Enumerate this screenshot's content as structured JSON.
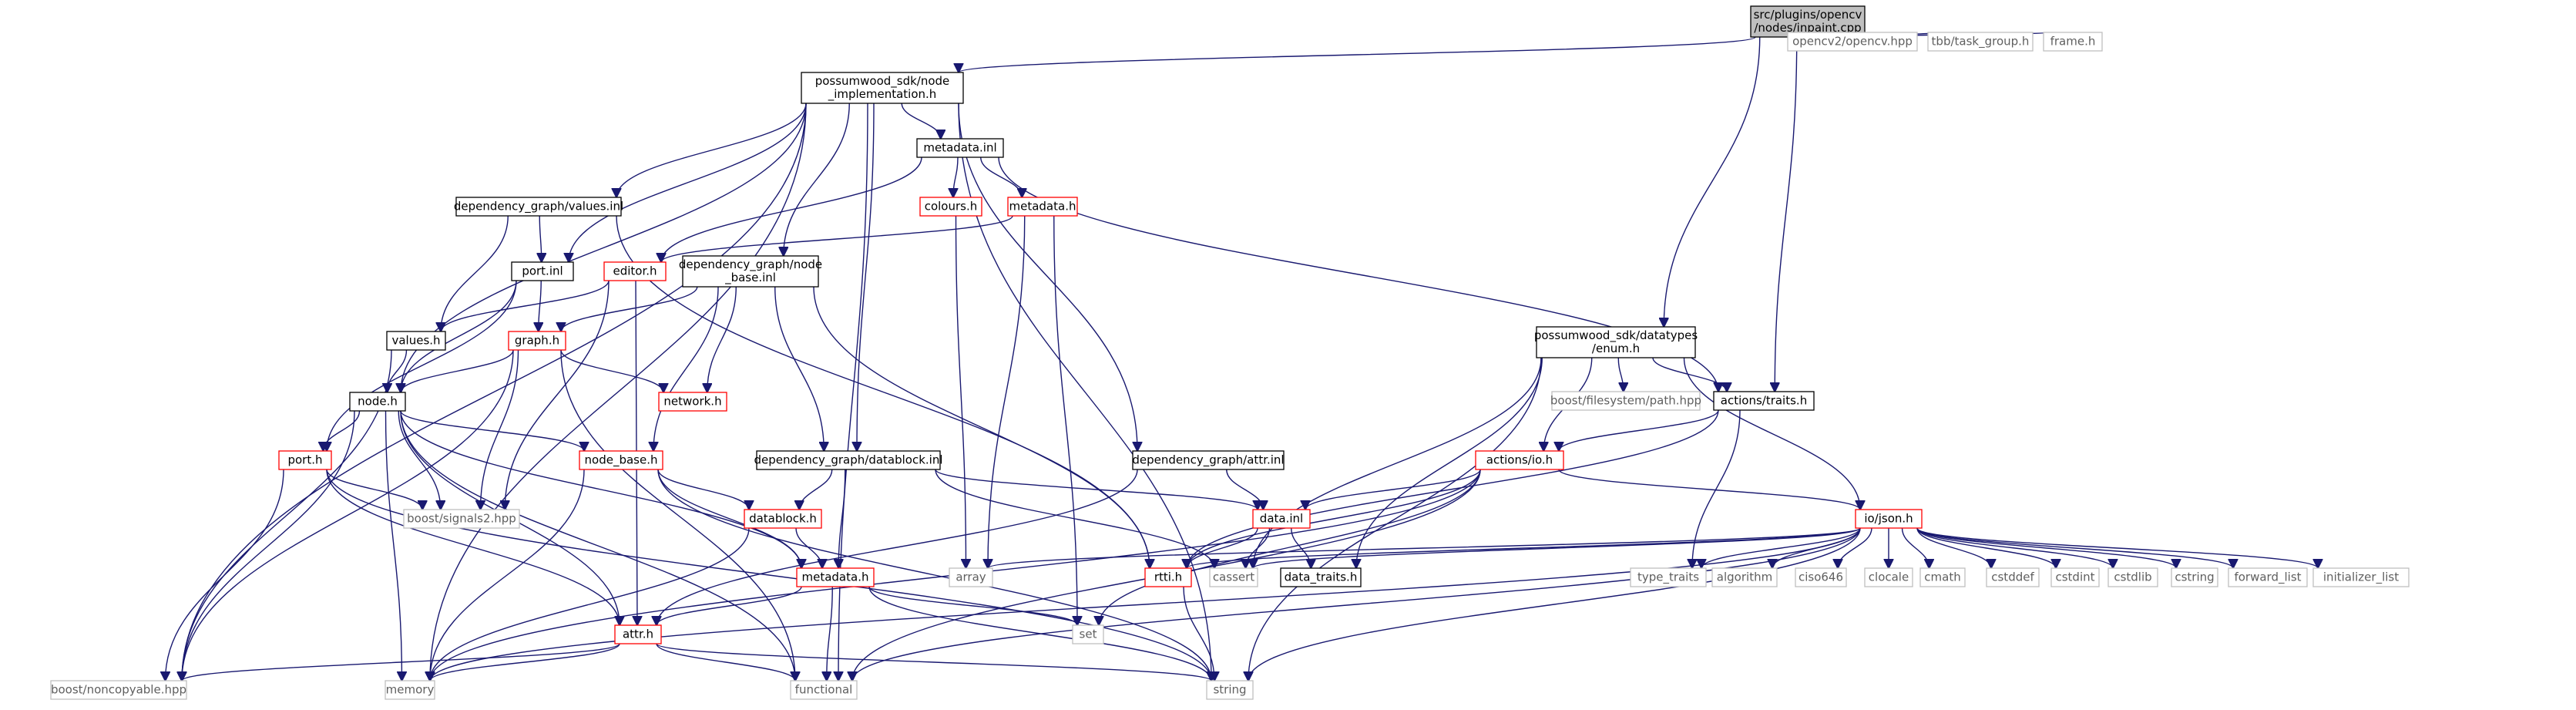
{
  "graph": {
    "colors": {
      "edge": "#191970",
      "local_border": "#000000",
      "incomplete_border": "#ff0000",
      "system_border": "#bfbfbf",
      "root_fill": "#bfbfbf",
      "text": "#000000",
      "system_text": "#5f5f5f"
    },
    "nodes": [
      {
        "id": "root",
        "lines": [
          "src/plugins/opencv",
          "/nodes/inpaint.cpp"
        ],
        "kind": "root"
      },
      {
        "id": "nodeimpl",
        "lines": [
          "possumwood_sdk/node",
          "_implementation.h"
        ],
        "kind": "local"
      },
      {
        "id": "opencv2",
        "lines": [
          "opencv2/opencv.hpp"
        ],
        "kind": "system"
      },
      {
        "id": "tbb",
        "lines": [
          "tbb/task_group.h"
        ],
        "kind": "system"
      },
      {
        "id": "frameh",
        "lines": [
          "frame.h"
        ],
        "kind": "system"
      },
      {
        "id": "metainl",
        "lines": [
          "metadata.inl"
        ],
        "kind": "local"
      },
      {
        "id": "valuesinl",
        "lines": [
          "dependency_graph/values.inl"
        ],
        "kind": "local"
      },
      {
        "id": "coloursh",
        "lines": [
          "colours.h"
        ],
        "kind": "incomplete"
      },
      {
        "id": "metadatah1",
        "lines": [
          "metadata.h"
        ],
        "kind": "incomplete"
      },
      {
        "id": "portinl",
        "lines": [
          "port.inl"
        ],
        "kind": "local"
      },
      {
        "id": "editorh",
        "lines": [
          "editor.h"
        ],
        "kind": "incomplete"
      },
      {
        "id": "nodebaseinl",
        "lines": [
          "dependency_graph/node",
          "_base.inl"
        ],
        "kind": "local"
      },
      {
        "id": "enumh",
        "lines": [
          "possumwood_sdk/datatypes",
          "/enum.h"
        ],
        "kind": "local"
      },
      {
        "id": "valuesh",
        "lines": [
          "values.h"
        ],
        "kind": "local"
      },
      {
        "id": "graphh",
        "lines": [
          "graph.h"
        ],
        "kind": "incomplete"
      },
      {
        "id": "networkh",
        "lines": [
          "network.h"
        ],
        "kind": "incomplete"
      },
      {
        "id": "boostfs",
        "lines": [
          "boost/filesystem/path.hpp"
        ],
        "kind": "system"
      },
      {
        "id": "traitsh",
        "lines": [
          "actions/traits.h"
        ],
        "kind": "local"
      },
      {
        "id": "nodeh",
        "lines": [
          "node.h"
        ],
        "kind": "local"
      },
      {
        "id": "nodebaseh",
        "lines": [
          "node_base.h"
        ],
        "kind": "incomplete"
      },
      {
        "id": "datablockinl",
        "lines": [
          "dependency_graph/datablock.inl"
        ],
        "kind": "local"
      },
      {
        "id": "attrinl",
        "lines": [
          "dependency_graph/attr.inl"
        ],
        "kind": "local"
      },
      {
        "id": "ioh",
        "lines": [
          "actions/io.h"
        ],
        "kind": "incomplete"
      },
      {
        "id": "porth",
        "lines": [
          "port.h"
        ],
        "kind": "incomplete"
      },
      {
        "id": "boostsig",
        "lines": [
          "boost/signals2.hpp"
        ],
        "kind": "system"
      },
      {
        "id": "datablockh",
        "lines": [
          "datablock.h"
        ],
        "kind": "incomplete"
      },
      {
        "id": "datainl",
        "lines": [
          "data.inl"
        ],
        "kind": "incomplete"
      },
      {
        "id": "jsonh",
        "lines": [
          "io/json.h"
        ],
        "kind": "incomplete"
      },
      {
        "id": "metadatah2",
        "lines": [
          "metadata.h"
        ],
        "kind": "incomplete"
      },
      {
        "id": "array",
        "lines": [
          "array"
        ],
        "kind": "system"
      },
      {
        "id": "rttih",
        "lines": [
          "rtti.h"
        ],
        "kind": "incomplete"
      },
      {
        "id": "cassert",
        "lines": [
          "cassert"
        ],
        "kind": "system"
      },
      {
        "id": "datatraits",
        "lines": [
          "data_traits.h"
        ],
        "kind": "local"
      },
      {
        "id": "typetraits",
        "lines": [
          "type_traits"
        ],
        "kind": "system"
      },
      {
        "id": "algorithm",
        "lines": [
          "algorithm"
        ],
        "kind": "system"
      },
      {
        "id": "ciso646",
        "lines": [
          "ciso646"
        ],
        "kind": "system"
      },
      {
        "id": "clocale",
        "lines": [
          "clocale"
        ],
        "kind": "system"
      },
      {
        "id": "cmath",
        "lines": [
          "cmath"
        ],
        "kind": "system"
      },
      {
        "id": "cstddef",
        "lines": [
          "cstddef"
        ],
        "kind": "system"
      },
      {
        "id": "cstdint",
        "lines": [
          "cstdint"
        ],
        "kind": "system"
      },
      {
        "id": "cstdlib",
        "lines": [
          "cstdlib"
        ],
        "kind": "system"
      },
      {
        "id": "cstring",
        "lines": [
          "cstring"
        ],
        "kind": "system"
      },
      {
        "id": "forwardlist",
        "lines": [
          "forward_list"
        ],
        "kind": "system"
      },
      {
        "id": "initlist",
        "lines": [
          "initializer_list"
        ],
        "kind": "system"
      },
      {
        "id": "seth",
        "lines": [
          "set"
        ],
        "kind": "system"
      },
      {
        "id": "attrh",
        "lines": [
          "attr.h"
        ],
        "kind": "incomplete"
      },
      {
        "id": "noncopyable",
        "lines": [
          "boost/noncopyable.hpp"
        ],
        "kind": "system"
      },
      {
        "id": "memory",
        "lines": [
          "memory"
        ],
        "kind": "system"
      },
      {
        "id": "functional",
        "lines": [
          "functional"
        ],
        "kind": "system"
      },
      {
        "id": "string",
        "lines": [
          "string"
        ],
        "kind": "system"
      }
    ],
    "edges": [
      [
        "root",
        "nodeimpl"
      ],
      [
        "root",
        "opencv2"
      ],
      [
        "root",
        "tbb"
      ],
      [
        "root",
        "frameh"
      ],
      [
        "root",
        "enumh"
      ],
      [
        "root",
        "traitsh"
      ],
      [
        "nodeimpl",
        "metainl"
      ],
      [
        "nodeimpl",
        "valuesinl"
      ],
      [
        "nodeimpl",
        "portinl"
      ],
      [
        "nodeimpl",
        "nodebaseinl"
      ],
      [
        "nodeimpl",
        "datablockinl"
      ],
      [
        "nodeimpl",
        "attrinl"
      ],
      [
        "nodeimpl",
        "nodeh"
      ],
      [
        "nodeimpl",
        "noncopyable"
      ],
      [
        "nodeimpl",
        "memory"
      ],
      [
        "nodeimpl",
        "functional"
      ],
      [
        "nodeimpl",
        "string"
      ],
      [
        "metainl",
        "coloursh"
      ],
      [
        "metainl",
        "metadatah1"
      ],
      [
        "metainl",
        "editorh"
      ],
      [
        "metainl",
        "traitsh"
      ],
      [
        "coloursh",
        "array"
      ],
      [
        "metadatah1",
        "editorh"
      ],
      [
        "metadatah1",
        "array"
      ],
      [
        "metadatah1",
        "seth"
      ],
      [
        "valuesinl",
        "portinl"
      ],
      [
        "valuesinl",
        "valuesh"
      ],
      [
        "valuesinl",
        "rttih"
      ],
      [
        "portinl",
        "graphh"
      ],
      [
        "portinl",
        "nodeh"
      ],
      [
        "portinl",
        "porth"
      ],
      [
        "editorh",
        "valuesh"
      ],
      [
        "editorh",
        "boostsig"
      ],
      [
        "editorh",
        "attrh"
      ],
      [
        "nodebaseinl",
        "graphh"
      ],
      [
        "nodebaseinl",
        "networkh"
      ],
      [
        "nodebaseinl",
        "nodebaseh"
      ],
      [
        "nodebaseinl",
        "datablockinl"
      ],
      [
        "nodebaseinl",
        "rttih"
      ],
      [
        "graphh",
        "nodeh"
      ],
      [
        "graphh",
        "networkh"
      ],
      [
        "graphh",
        "boostsig"
      ],
      [
        "graphh",
        "noncopyable"
      ],
      [
        "graphh",
        "functional"
      ],
      [
        "valuesh",
        "nodeh"
      ],
      [
        "valuesh",
        "noncopyable"
      ],
      [
        "nodeh",
        "porth"
      ],
      [
        "nodeh",
        "boostsig"
      ],
      [
        "nodeh",
        "nodebaseh"
      ],
      [
        "nodeh",
        "metadatah2"
      ],
      [
        "nodeh",
        "attrh"
      ],
      [
        "nodeh",
        "noncopyable"
      ],
      [
        "nodeh",
        "memory"
      ],
      [
        "nodeh",
        "functional"
      ],
      [
        "porth",
        "boostsig"
      ],
      [
        "porth",
        "attrh"
      ],
      [
        "porth",
        "noncopyable"
      ],
      [
        "porth",
        "string"
      ],
      [
        "nodebaseh",
        "datablockh"
      ],
      [
        "nodebaseh",
        "metadatah2"
      ],
      [
        "nodebaseh",
        "memory"
      ],
      [
        "nodebaseh",
        "string"
      ],
      [
        "datablockinl",
        "datablockh"
      ],
      [
        "datablockinl",
        "metadatah2"
      ],
      [
        "datablockinl",
        "datainl"
      ],
      [
        "datablockinl",
        "cassert"
      ],
      [
        "datablockh",
        "metadatah2"
      ],
      [
        "datablockh",
        "memory"
      ],
      [
        "metadatah2",
        "attrh"
      ],
      [
        "metadatah2",
        "seth"
      ],
      [
        "metadatah2",
        "functional"
      ],
      [
        "metadatah2",
        "string"
      ],
      [
        "attrinl",
        "datainl"
      ],
      [
        "attrinl",
        "attrh"
      ],
      [
        "attrh",
        "noncopyable"
      ],
      [
        "attrh",
        "memory"
      ],
      [
        "attrh",
        "functional"
      ],
      [
        "attrh",
        "string"
      ],
      [
        "enumh",
        "boostfs"
      ],
      [
        "enumh",
        "traitsh"
      ],
      [
        "enumh",
        "ioh"
      ],
      [
        "enumh",
        "jsonh"
      ],
      [
        "enumh",
        "datatraits"
      ],
      [
        "enumh",
        "cassert"
      ],
      [
        "enumh",
        "string"
      ],
      [
        "traitsh",
        "ioh"
      ],
      [
        "traitsh",
        "rttih"
      ],
      [
        "traitsh",
        "typetraits"
      ],
      [
        "ioh",
        "datainl"
      ],
      [
        "ioh",
        "jsonh"
      ],
      [
        "ioh",
        "rttih"
      ],
      [
        "ioh",
        "seth"
      ],
      [
        "ioh",
        "memory"
      ],
      [
        "ioh",
        "functional"
      ],
      [
        "datainl",
        "rttih"
      ],
      [
        "datainl",
        "cassert"
      ],
      [
        "datainl",
        "datatraits"
      ],
      [
        "rttih",
        "string"
      ],
      [
        "jsonh",
        "array"
      ],
      [
        "jsonh",
        "rttih"
      ],
      [
        "jsonh",
        "cassert"
      ],
      [
        "jsonh",
        "typetraits"
      ],
      [
        "jsonh",
        "algorithm"
      ],
      [
        "jsonh",
        "ciso646"
      ],
      [
        "jsonh",
        "clocale"
      ],
      [
        "jsonh",
        "cmath"
      ],
      [
        "jsonh",
        "cstddef"
      ],
      [
        "jsonh",
        "cstdint"
      ],
      [
        "jsonh",
        "cstdlib"
      ],
      [
        "jsonh",
        "cstring"
      ],
      [
        "jsonh",
        "forwardlist"
      ],
      [
        "jsonh",
        "initlist"
      ],
      [
        "jsonh",
        "memory"
      ],
      [
        "jsonh",
        "functional"
      ],
      [
        "jsonh",
        "string"
      ]
    ]
  }
}
